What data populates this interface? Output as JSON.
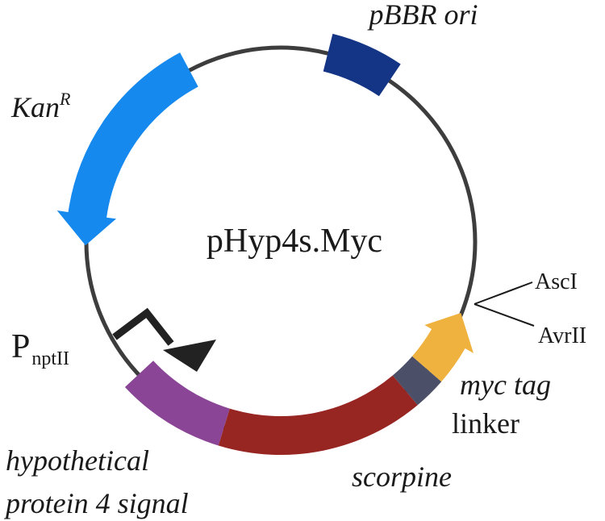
{
  "plasmid": {
    "name": "pHyp4s.Myc"
  },
  "features": {
    "pbbr_ori": {
      "label": "pBBR ori",
      "color": "#143585"
    },
    "kanr": {
      "label": "Kan",
      "superscript": "R",
      "color": "#1689ee"
    },
    "promoter": {
      "label": "P",
      "subscript": "nptII",
      "color": "#222222"
    },
    "hyp4_signal": {
      "label_line1": "hypothetical",
      "label_line2": "protein 4 signal",
      "color": "#8b4596"
    },
    "scorpine": {
      "label": "scorpine",
      "color": "#972522"
    },
    "linker": {
      "label": "linker",
      "color": "#4b5068"
    },
    "myc_tag": {
      "label": "myc tag",
      "color": "#f0b23e"
    }
  },
  "sites": {
    "ascI": "AscI",
    "avrII": "AvrII"
  },
  "colors": {
    "backbone": "#3d3d3d",
    "text": "#1a1a1a"
  }
}
